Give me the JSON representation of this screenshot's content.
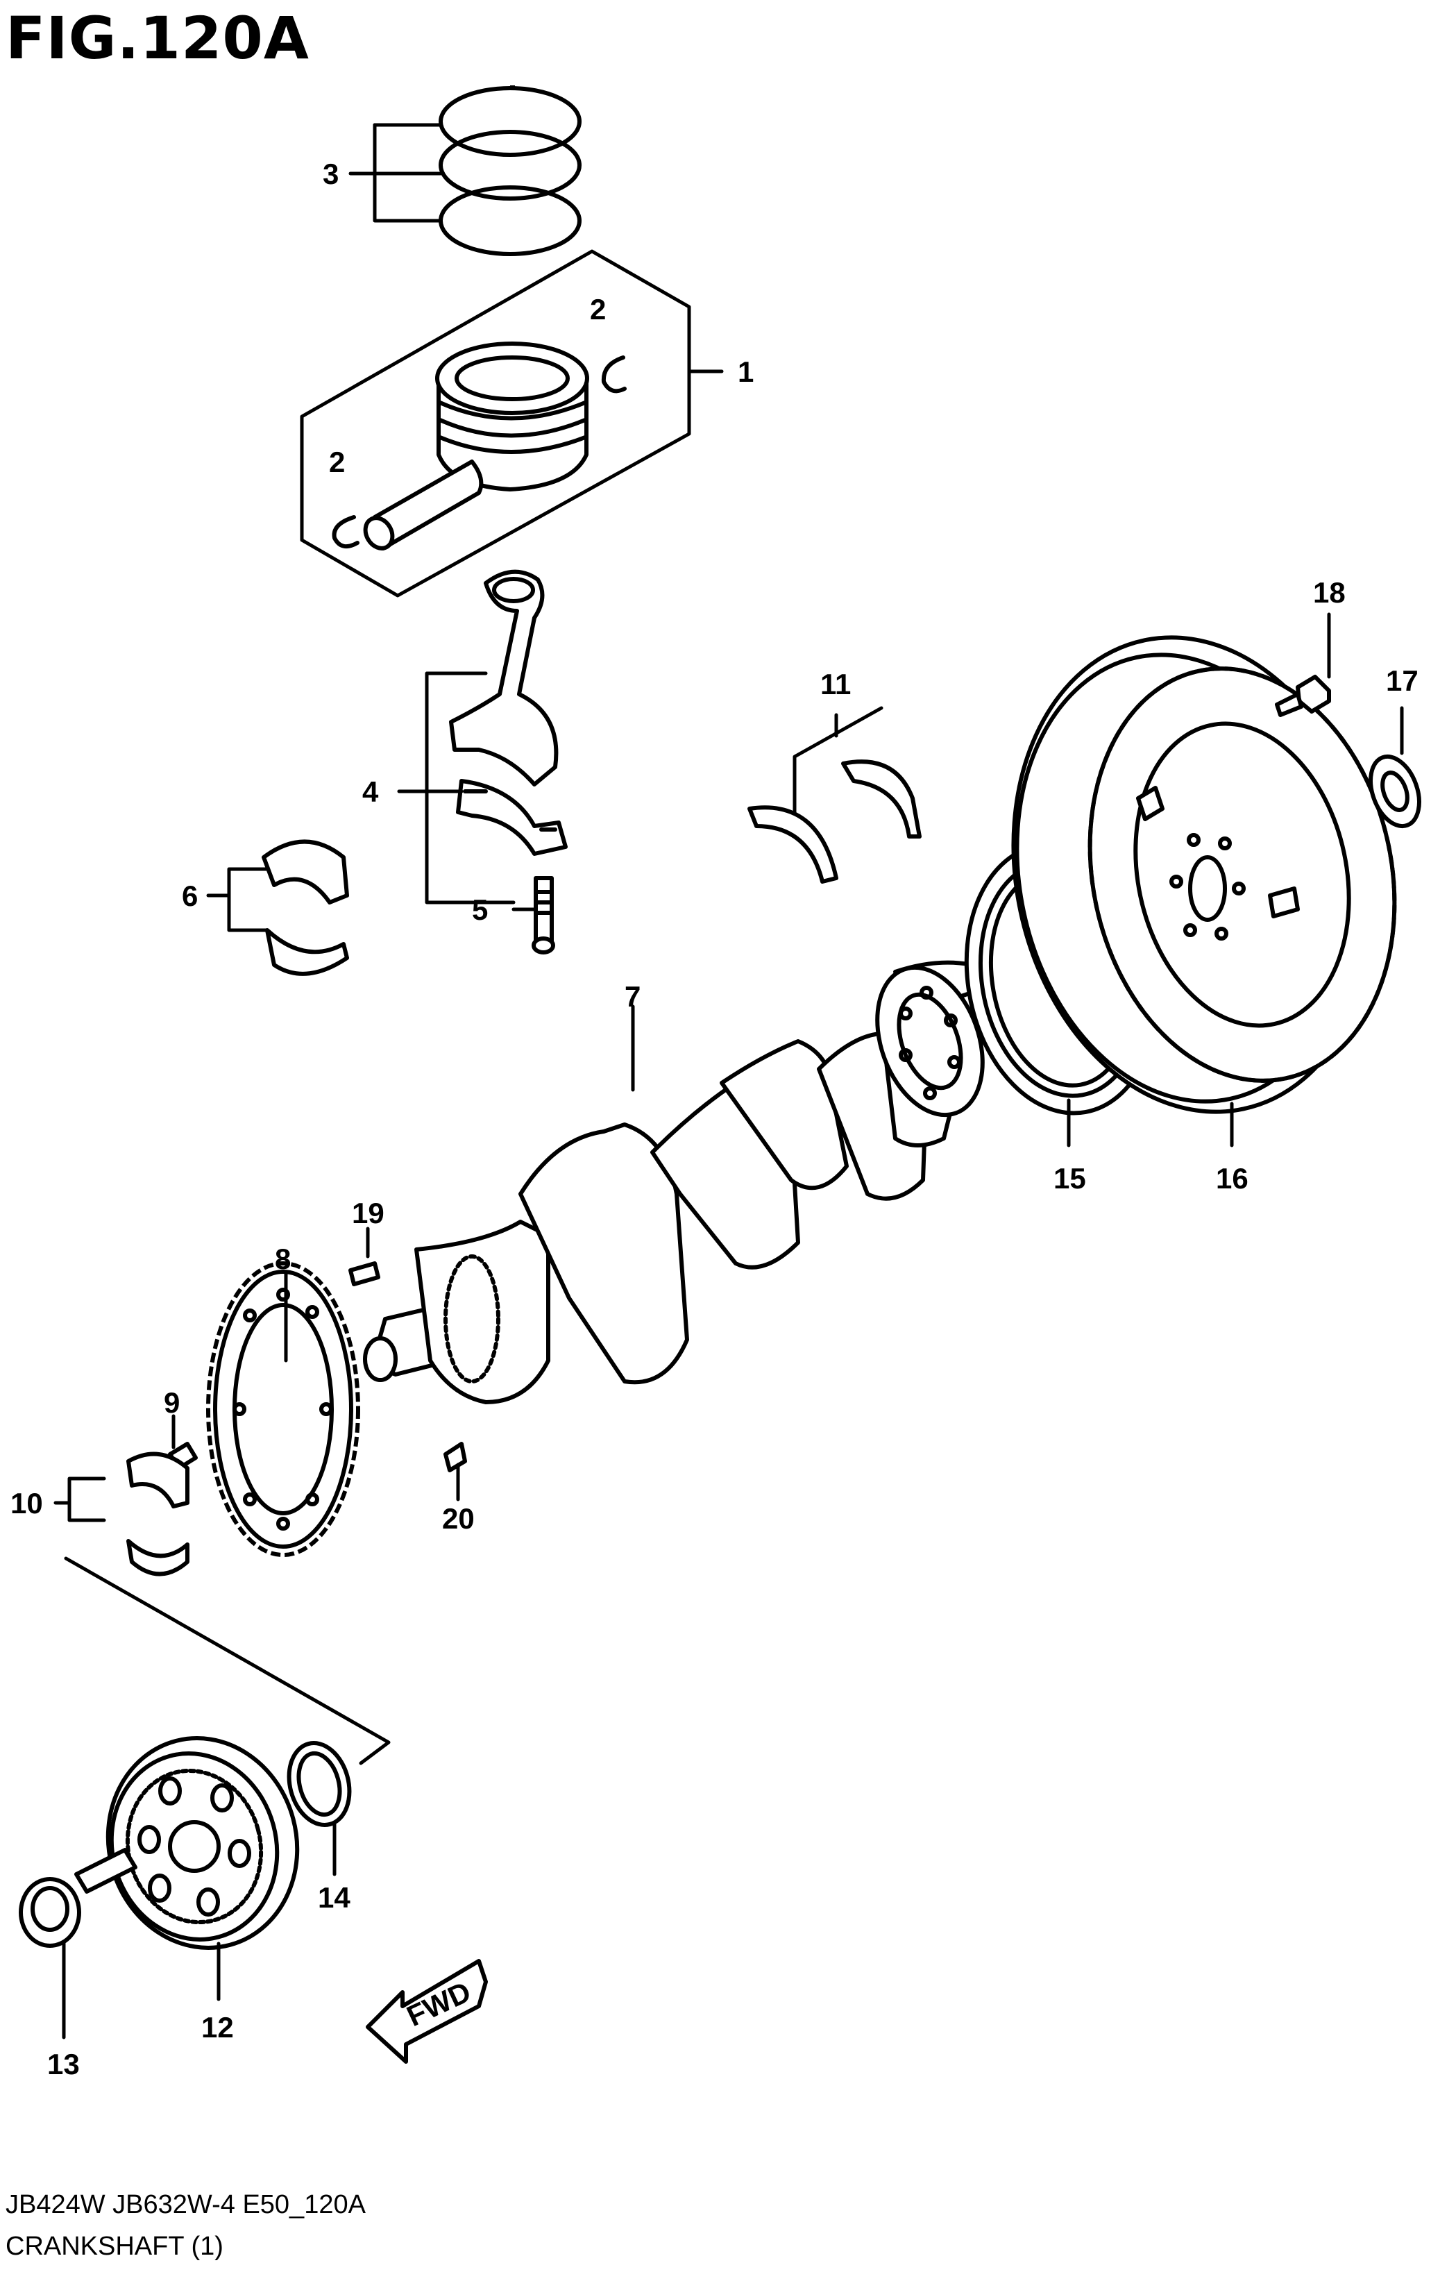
{
  "figure_title": "FIG.120A",
  "footer": {
    "model_line": "JB424W JB632W-4 E50_120A",
    "caption": "CRANKSHAFT (1)"
  },
  "callouts": [
    "1",
    "2",
    "2",
    "3",
    "4",
    "5",
    "6",
    "7",
    "8",
    "9",
    "10",
    "11",
    "12",
    "13",
    "14",
    "15",
    "16",
    "17",
    "18",
    "19",
    "20"
  ],
  "arrow_label": "FWD"
}
